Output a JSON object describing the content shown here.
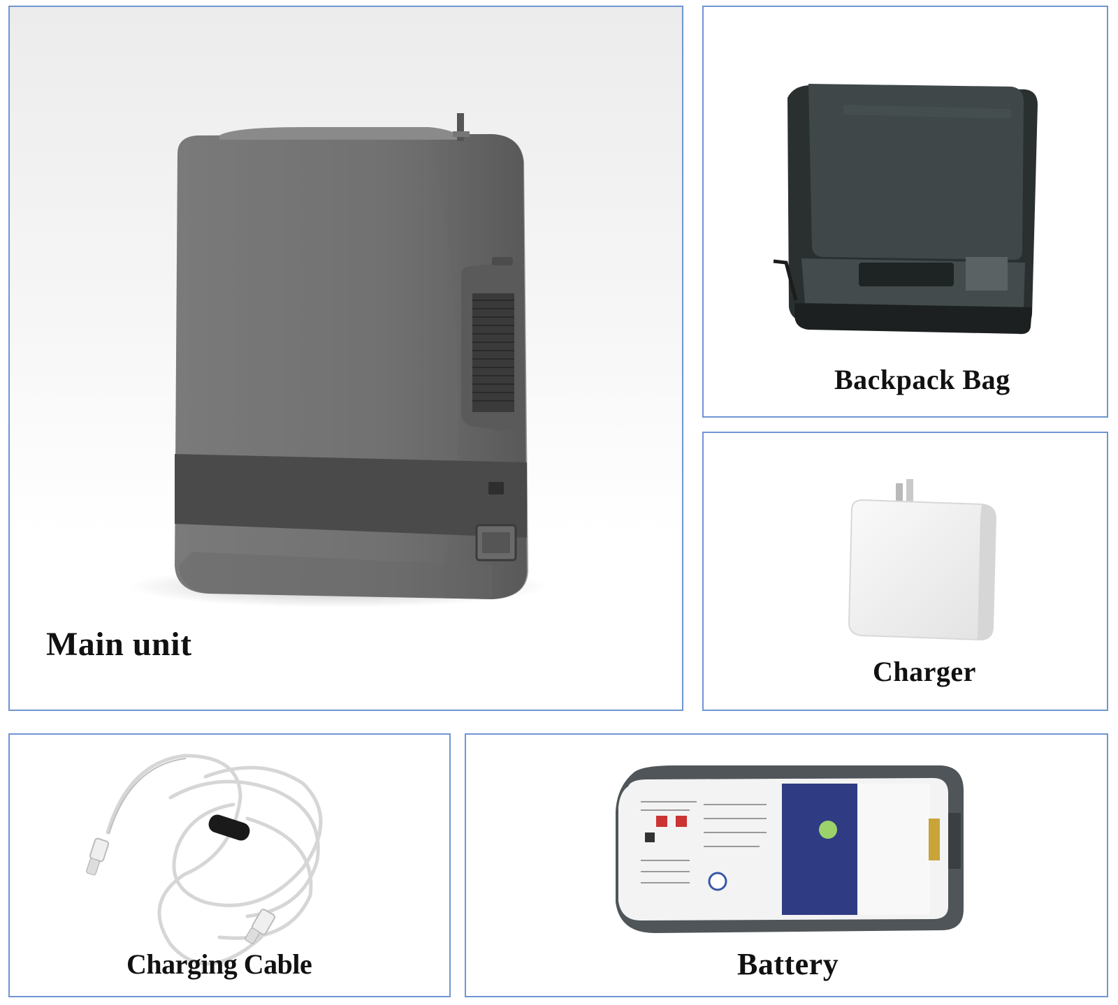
{
  "panels": {
    "main_unit": {
      "caption": "Main unit"
    },
    "backpack_bag": {
      "caption": "Backpack Bag"
    },
    "charger": {
      "caption": "Charger"
    },
    "charging_cable": {
      "caption": "Charging Cable"
    },
    "battery": {
      "caption": "Battery"
    }
  },
  "colors": {
    "panel_border": "#6f95d2",
    "device_body": "#707070",
    "device_band": "#4a4a4a",
    "bag_body": "#3c4344",
    "charger_body": "#f4f4f4",
    "battery_label": "#2f3b82"
  }
}
